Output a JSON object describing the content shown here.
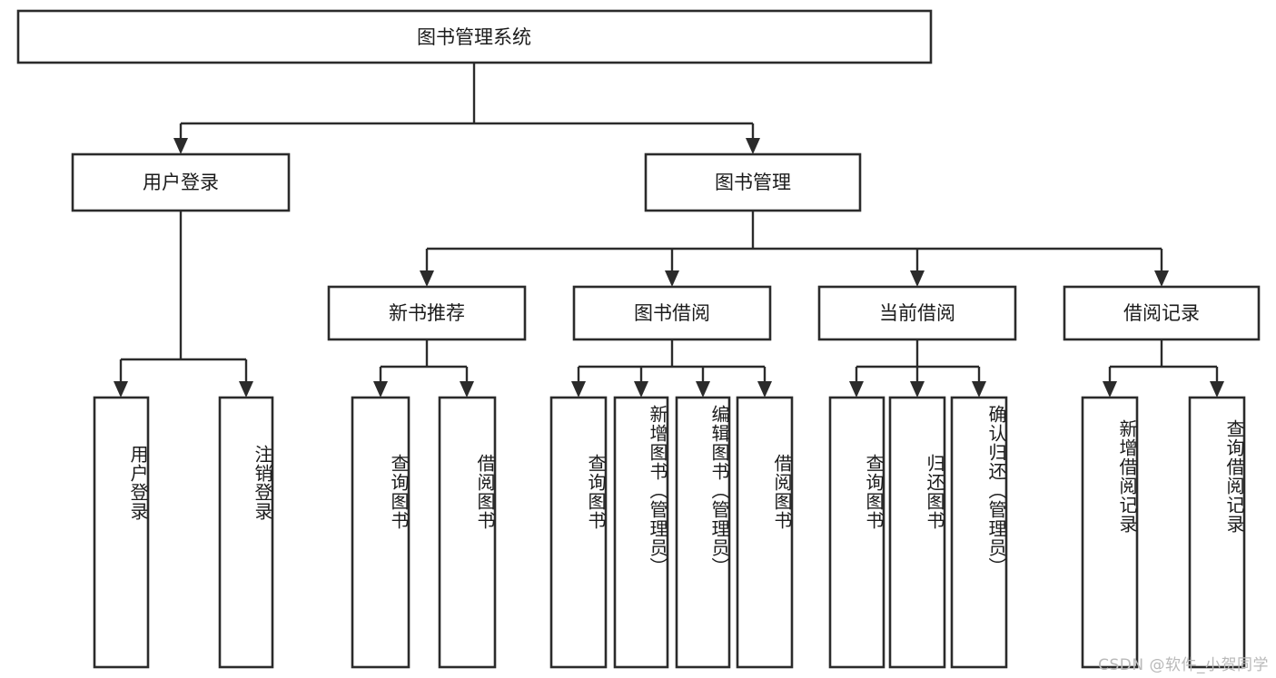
{
  "diagram": {
    "title": "图书管理系统",
    "type": "hierarchy-tree",
    "watermark": "CSDN @软件_小贺同学",
    "colors": {
      "stroke": "#2b2b2b",
      "fill": "#ffffff",
      "text": "#1b1b1b",
      "watermark": "#b9b9b9",
      "background": "#ffffff"
    },
    "levels": {
      "root": {
        "label": "图书管理系统"
      },
      "level1": [
        {
          "label": "用户登录"
        },
        {
          "label": "图书管理"
        }
      ],
      "level2": [
        {
          "label": "新书推荐",
          "parent": "图书管理"
        },
        {
          "label": "图书借阅",
          "parent": "图书管理"
        },
        {
          "label": "当前借阅",
          "parent": "图书管理"
        },
        {
          "label": "借阅记录",
          "parent": "图书管理"
        }
      ],
      "leaves": [
        {
          "label": "用户登录",
          "parent": "用户登录"
        },
        {
          "label": "注销登录",
          "parent": "用户登录"
        },
        {
          "label": "查询图书",
          "parent": "新书推荐"
        },
        {
          "label": "借阅图书",
          "parent": "新书推荐"
        },
        {
          "label": "查询图书",
          "parent": "图书借阅"
        },
        {
          "label": "新增图书（管理员）",
          "parent": "图书借阅"
        },
        {
          "label": "编辑图书（管理员）",
          "parent": "图书借阅"
        },
        {
          "label": "借阅图书",
          "parent": "图书借阅"
        },
        {
          "label": "查询图书",
          "parent": "当前借阅"
        },
        {
          "label": "归还图书",
          "parent": "当前借阅"
        },
        {
          "label": "确认归还（管理员）",
          "parent": "当前借阅"
        },
        {
          "label": "新增借阅记录",
          "parent": "借阅记录"
        },
        {
          "label": "查询借阅记录",
          "parent": "借阅记录"
        }
      ]
    }
  }
}
